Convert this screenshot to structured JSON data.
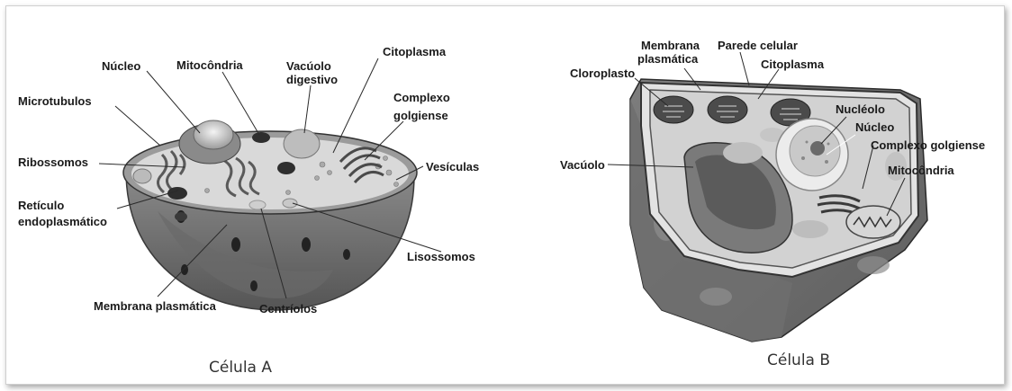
{
  "cell_a": {
    "caption": "Célula A",
    "labels": {
      "nucleo": "Núcleo",
      "mitocondria": "Mitocôndria",
      "vacuolo_l1": "Vacúolo",
      "vacuolo_l2": "digestivo",
      "citoplasma": "Citoplasma",
      "microtubulos": "Microtubulos",
      "complexo_l1": "Complexo",
      "complexo_l2": "golgiense",
      "ribossomos": "Ribossomos",
      "vesiculas": "Vesículas",
      "reticulo_l1": "Retículo",
      "reticulo_l2": "endoplasmático",
      "lisossomos": "Lisossomos",
      "membrana": "Membrana plasmática",
      "centriolos": "Centríolos"
    }
  },
  "cell_b": {
    "caption": "Célula B",
    "labels": {
      "membrana_l1": "Membrana",
      "membrana_l2": "plasmática",
      "parede": "Parede celular",
      "cloroplasto": "Cloroplasto",
      "citoplasma": "Citoplasma",
      "nucleolo": "Nucléolo",
      "nucleo": "Núcleo",
      "complexo": "Complexo golgiense",
      "vacuolo": "Vacúolo",
      "mitocondria": "Mitocôndria"
    }
  }
}
